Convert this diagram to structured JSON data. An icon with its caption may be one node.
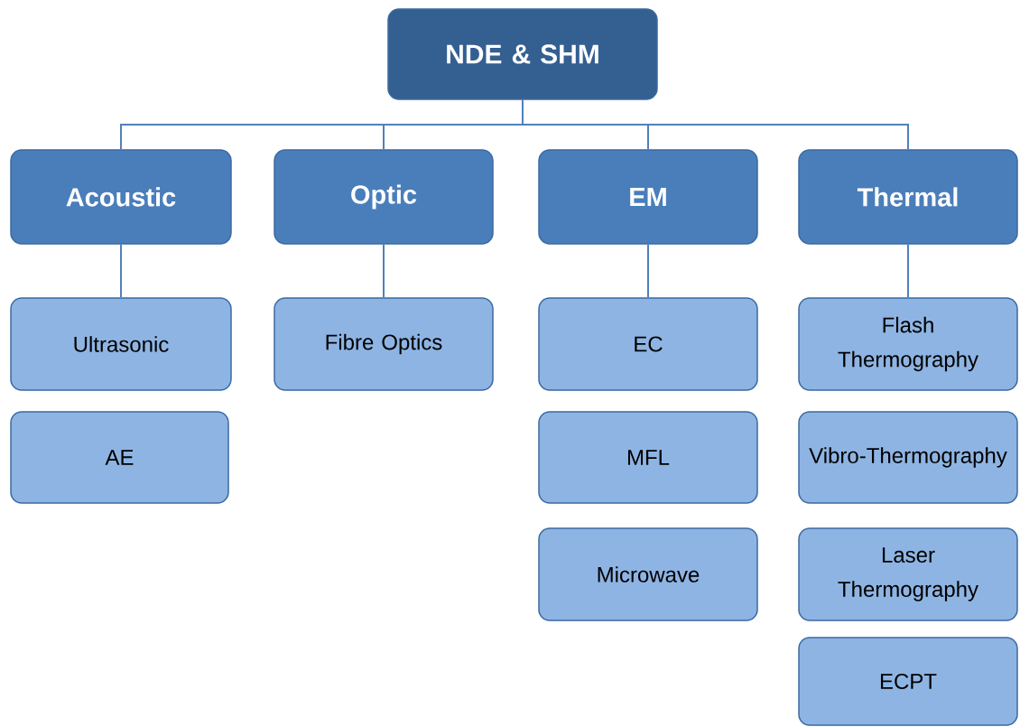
{
  "diagram": {
    "nodes": [
      {
        "text": [
          "NDE & SHM"
        ]
      },
      {
        "text": [
          "Acoustic"
        ]
      },
      {
        "text": [
          "Optic"
        ]
      },
      {
        "text": [
          "EM"
        ]
      },
      {
        "text": [
          "Thermal"
        ]
      },
      {
        "text": [
          "Ultrasonic"
        ]
      },
      {
        "text": [
          "AE"
        ]
      },
      {
        "text": [
          "Fibre Optics"
        ]
      },
      {
        "text": [
          "EC"
        ]
      },
      {
        "text": [
          "MFL"
        ]
      },
      {
        "text": [
          "Microwave"
        ]
      },
      {
        "text": [
          "Flash Thermography"
        ]
      },
      {
        "text": [
          "Vibro-Thermography"
        ]
      },
      {
        "text": [
          "Laser Thermography"
        ]
      },
      {
        "text": [
          "ECPT"
        ]
      }
    ],
    "edges": [
      {
        "from": 0,
        "to": 1,
        "arrow": "none"
      },
      {
        "from": 0,
        "to": 2,
        "arrow": "none"
      },
      {
        "from": 0,
        "to": 3,
        "arrow": "none"
      },
      {
        "from": 0,
        "to": 4,
        "arrow": "none"
      },
      {
        "from": 1,
        "to": 5,
        "arrow": "none"
      },
      {
        "from": 2,
        "to": 7,
        "arrow": "none"
      },
      {
        "from": 3,
        "to": 8,
        "arrow": "none"
      },
      {
        "from": 4,
        "to": 11,
        "arrow": "none"
      }
    ]
  }
}
